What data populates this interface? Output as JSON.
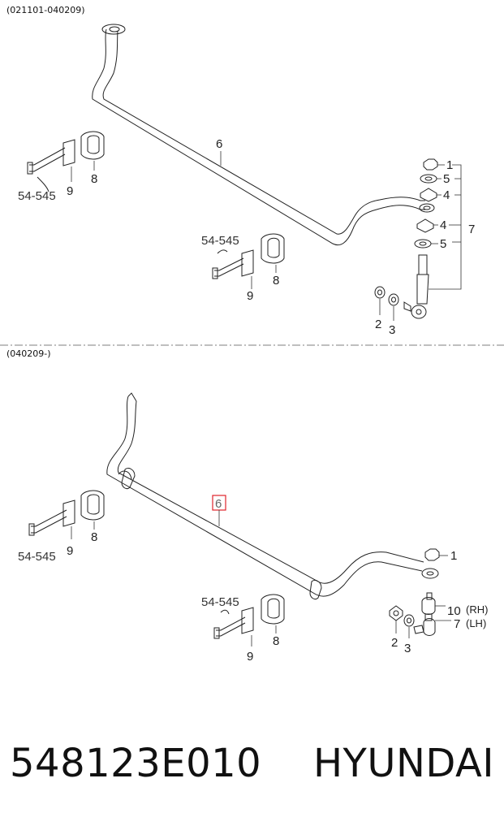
{
  "sections": [
    {
      "range": "(021101-040209)",
      "callouts": {
        "bar": "6",
        "nut": "1",
        "cup_washer": "5",
        "bushing": "4",
        "link_assy": "7",
        "washer_a": "2",
        "washer_b": "3",
        "clamp_bushing": "8",
        "bracket": "9",
        "bolt_ref": "54-545"
      }
    },
    {
      "range": "(040209-)",
      "callouts": {
        "bar": "6",
        "nut": "1",
        "link_rh": "10",
        "link_rh_side": "(RH)",
        "link_lh": "7",
        "link_lh_side": "(LH)",
        "washer_a": "2",
        "washer_b": "3",
        "clamp_bushing": "8",
        "bracket": "9",
        "bolt_ref": "54-545"
      }
    }
  ],
  "highlight_color": "#e0232b",
  "caption": {
    "part_number": "548123E010",
    "brand": "HYUNDAI"
  }
}
